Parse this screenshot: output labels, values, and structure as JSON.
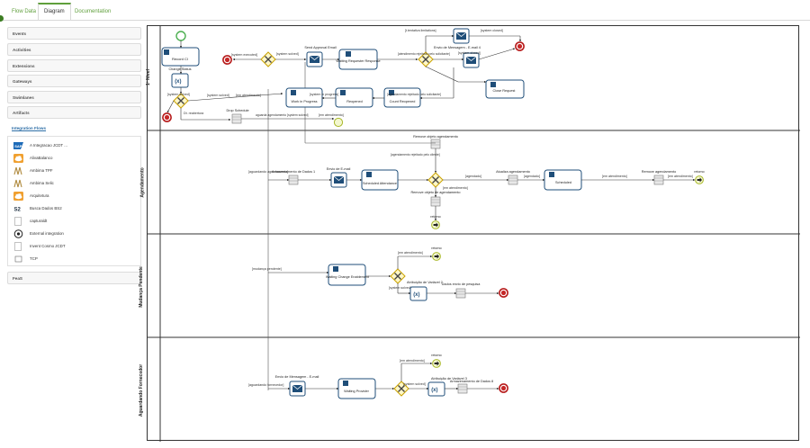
{
  "tabs": [
    "Flow Data",
    "Diagram",
    "Documentation"
  ],
  "sidebar": {
    "categories": [
      "Events",
      "Activities",
      "Extensions",
      "Gateways",
      "Swimlanes",
      "Artifacts"
    ],
    "integration_header": "Integration Flows",
    "integration_items": [
      {
        "label": "A Integracao JCDT ...",
        "icon": "sap-icon"
      },
      {
        "label": "AlivaBalanco",
        "icon": "cloud-icon"
      },
      {
        "label": "Ambima TPF",
        "icon": "anbima-icon"
      },
      {
        "label": "Ambima Selic",
        "icon": "anbima-icon"
      },
      {
        "label": "Arquitetura",
        "icon": "cloud-icon"
      },
      {
        "label": "Busca Dados BS2",
        "icon": "bs2-icon"
      },
      {
        "label": "capturaldt",
        "icon": "blank-icon"
      },
      {
        "label": "External integration",
        "icon": "external-icon"
      },
      {
        "label": "Invent Cosmo JCDT",
        "icon": "blank-icon"
      },
      {
        "label": "TCP",
        "icon": "tcp-icon"
      }
    ],
    "feat_label": "FeaS"
  },
  "lanes": [
    "1º Nível",
    "Agendamento",
    "Mudança Pendente",
    "Aguardando Fornecedor"
  ],
  "nodes": {
    "record": "Record CI",
    "change_status": "Change Status",
    "send_approval": "Send Approval Email",
    "waiting_requester": "Waiting Requester Response",
    "work_in_progress": "Work in Progress",
    "reopened": "Reopened",
    "count_reopened": "Count Reopened",
    "close_request": "Close Request",
    "drop_schedule": "Drop Schedule",
    "envio_msg4": "Envio de Mensagem - E-mail 4",
    "remove_objeto": "Remove objeto agendamento",
    "armazenamento1": "Armazenamento de Dados 1",
    "envio_email": "Envio de E-mail",
    "scheduled_attendance": "Scheduled Attendance",
    "remove_objeto2": "Remove objeto de agendamento",
    "atualiza_agendamento": "Atualiza agendamento",
    "scheduled": "Scheduled",
    "remove_agendamento": "Remove agendamento",
    "retorno": "retorno",
    "waiting_change": "Waiting Change Enablement",
    "atribuicao2": "Atribuição de Variável 2",
    "dados_envio": "Dados envio de pesquisa",
    "envio_msg_email": "Envio de Mensagem - E-mail",
    "waiting_provider": "Waiting Provider",
    "atribuicao3": "Atribuição de Variável 3",
    "armazenamento8": "Armazenamento de Dados 8"
  },
  "edges": {
    "system_executed": "[system executed]",
    "system_solved": "[system solved]",
    "system_solved2": "[system solved]",
    "em_atendimento": "[em atendimento]",
    "system_in_progress": "[system in progress]",
    "agendamento_rejeitado": "[agendamento rejeitado pelo solicitante]",
    "dt_reabertura": "Dt. reabertura",
    "aguarda_agendamento": "aguarda agendamento [system solved]",
    "em_atendimento2": "[em atendimento]",
    "limite_tentativas": "[t.tentativa limitations]",
    "system_closed": "[system closed]",
    "atendimento_rejeitado": "[atendimento rejeitado pelo solicitante]",
    "system_closed2": "[system closed]",
    "aguardando_agendamento": "[aguardando agendamento]",
    "agendamento_rejeitado2": "[agendamento rejeitado pelo cliente]",
    "agendado": "[agendado]",
    "agendado2": "[agendado]",
    "em_atendimento3": "[em atendimento]",
    "em_atendimento4": "[em atendimento]",
    "pedido_pendente": "[mudança pendente]",
    "em_atendimento5": "[em atendimento]",
    "system_solved3": "[system solved]",
    "aguardando_fornecedor": "[aguardando fornecedor]",
    "em_atendimento6": "[em atendimento]",
    "system_solved4": "[system solved]",
    "retorno": "retorno",
    "retorno2": "retorno",
    "retorno3": "retorno",
    "retorno4": "retorno"
  },
  "colors": {
    "accent": "#5f9f3b",
    "task_border": "#1f4e79",
    "envelope": "#1f4e79",
    "start": "#4caf50",
    "end": "#c62828",
    "gateway": "#e6c229",
    "connector": "#c5d94a"
  }
}
